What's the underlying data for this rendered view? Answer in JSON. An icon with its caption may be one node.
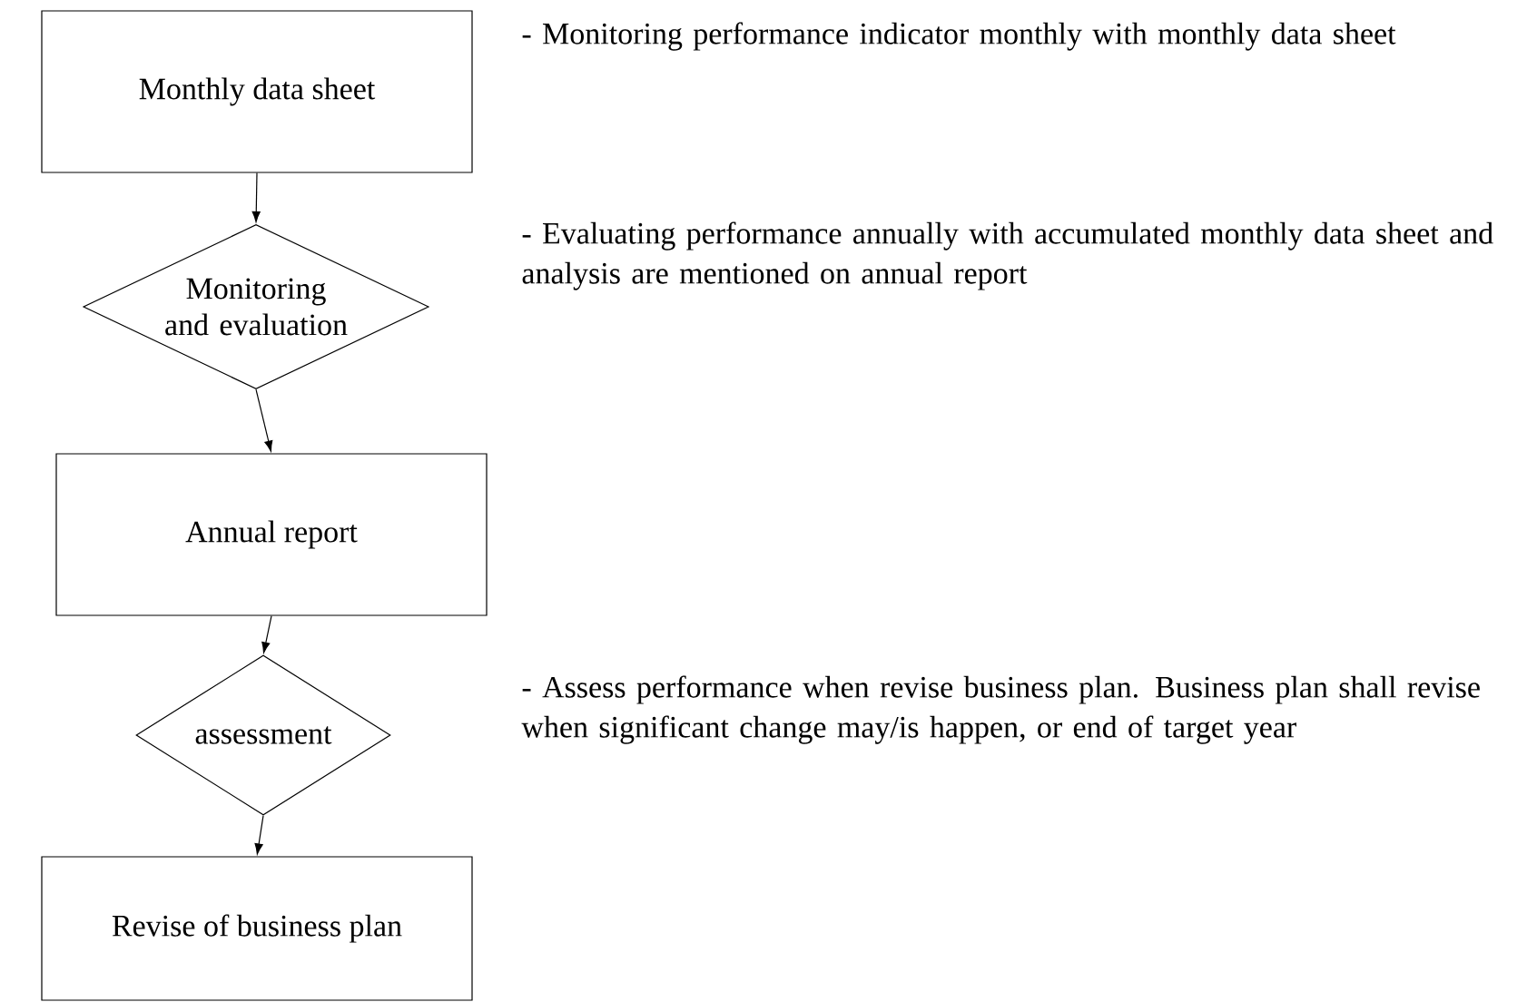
{
  "diagram": {
    "nodes": [
      {
        "text": [
          "Monthly data sheet"
        ]
      },
      {
        "text": [
          "Monitoring and evaluation"
        ]
      },
      {
        "text": [
          "Annual report"
        ]
      },
      {
        "text": [
          "assessment"
        ]
      },
      {
        "text": [
          "Revise of business plan"
        ]
      }
    ],
    "edges": [
      {
        "from": 0,
        "to": 1,
        "arrow": "to"
      },
      {
        "from": 1,
        "to": 2,
        "arrow": "to"
      },
      {
        "from": 2,
        "to": 3,
        "arrow": "to"
      },
      {
        "from": 3,
        "to": 4,
        "arrow": "to"
      }
    ],
    "labels": [
      "- Monitoring performance indicator monthly with monthly data sheet",
      "- Evaluating performance annually with accumulated monthly data sheet and analysis are mentioned on annual report",
      "- Assess performance when revise business plan. Business plan shall revise when significant change may/is happen, or end of target year"
    ]
  }
}
